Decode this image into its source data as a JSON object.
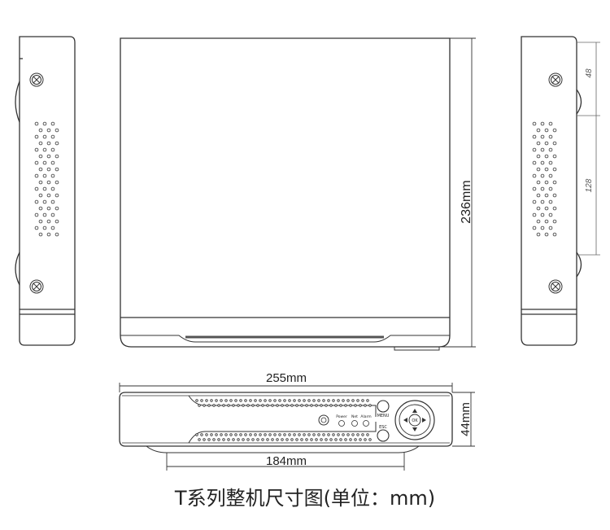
{
  "caption": "T系列整机尺寸图(单位：mm)",
  "dimensions": {
    "depth": "236mm",
    "width": "255mm",
    "width_inner": "184mm",
    "height": "44mm",
    "side_offset": "48",
    "side_span": "128"
  },
  "front_panel": {
    "indicator_power": "Power",
    "indicator_net": "Net",
    "indicator_alarm": "Alarm",
    "menu_button": "MENU",
    "esc_button": "ESC",
    "ok_button": "OK"
  },
  "colors": {
    "line": "#333333",
    "fill": "#ffffff",
    "accent_fill": "#f2f2f2"
  }
}
